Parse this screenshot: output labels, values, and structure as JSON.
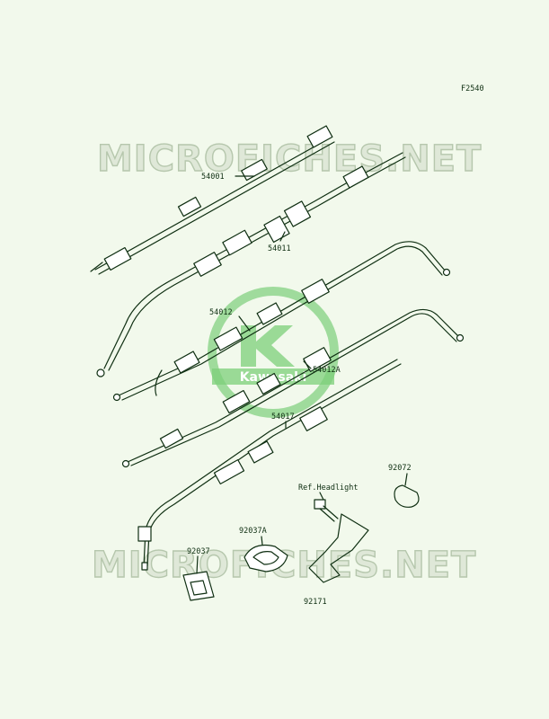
{
  "figure_code": "F2540",
  "watermark_text": "MICROFICHES.NET",
  "brand_logo": "Kawasaki",
  "colors": {
    "ink": "#0f2f12",
    "watermark": "#b6c7ad",
    "logo": "#7ccf7a",
    "background": "#f2f9ec"
  },
  "parts": [
    {
      "number": "54001"
    },
    {
      "number": "54011"
    },
    {
      "number": "54012"
    },
    {
      "number": "54012A"
    },
    {
      "number": "54017"
    },
    {
      "number": "92072"
    },
    {
      "number": "92037A"
    },
    {
      "number": "92037"
    },
    {
      "number": "92171"
    }
  ],
  "reference_note": "Ref.Headlight"
}
